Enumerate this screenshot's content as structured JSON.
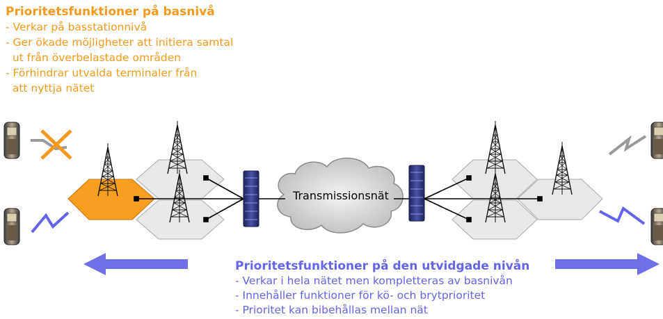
{
  "colors": {
    "orange_text": "#f39a1e",
    "blue_text": "#6464e6",
    "orange_cell": "#f7a020",
    "gray_cell": "#e6e6e6",
    "arrow_blue": "#6f6fe8",
    "server_blue": "#3a3f8a"
  },
  "top": {
    "title": "Prioritetsfunktioner på basnivå",
    "lines": [
      "- Verkar på basstationnivå",
      "- Ger ökade möjligheter att initiera samtal",
      "  ut från överbelastade områden",
      "- Förhindrar utvalda terminaler från",
      "  att nyttja nätet"
    ]
  },
  "cloud": {
    "label": "Transmissionsnät"
  },
  "bottom": {
    "title": "Prioritetsfunktioner på den utvidgade nivån",
    "lines": [
      "- Verkar i hela nätet men kompletteras av basnivån",
      "- Innehåller funktioner för kö- och brytprioritet",
      "- Prioritet kan bibehållas mellan nät"
    ]
  },
  "icons": [
    "mobile-phone-icon",
    "antenna-tower-icon",
    "server-icon",
    "cloud-icon",
    "lightning-icon",
    "blocked-cross-icon",
    "arrow-left-icon",
    "arrow-right-icon"
  ]
}
